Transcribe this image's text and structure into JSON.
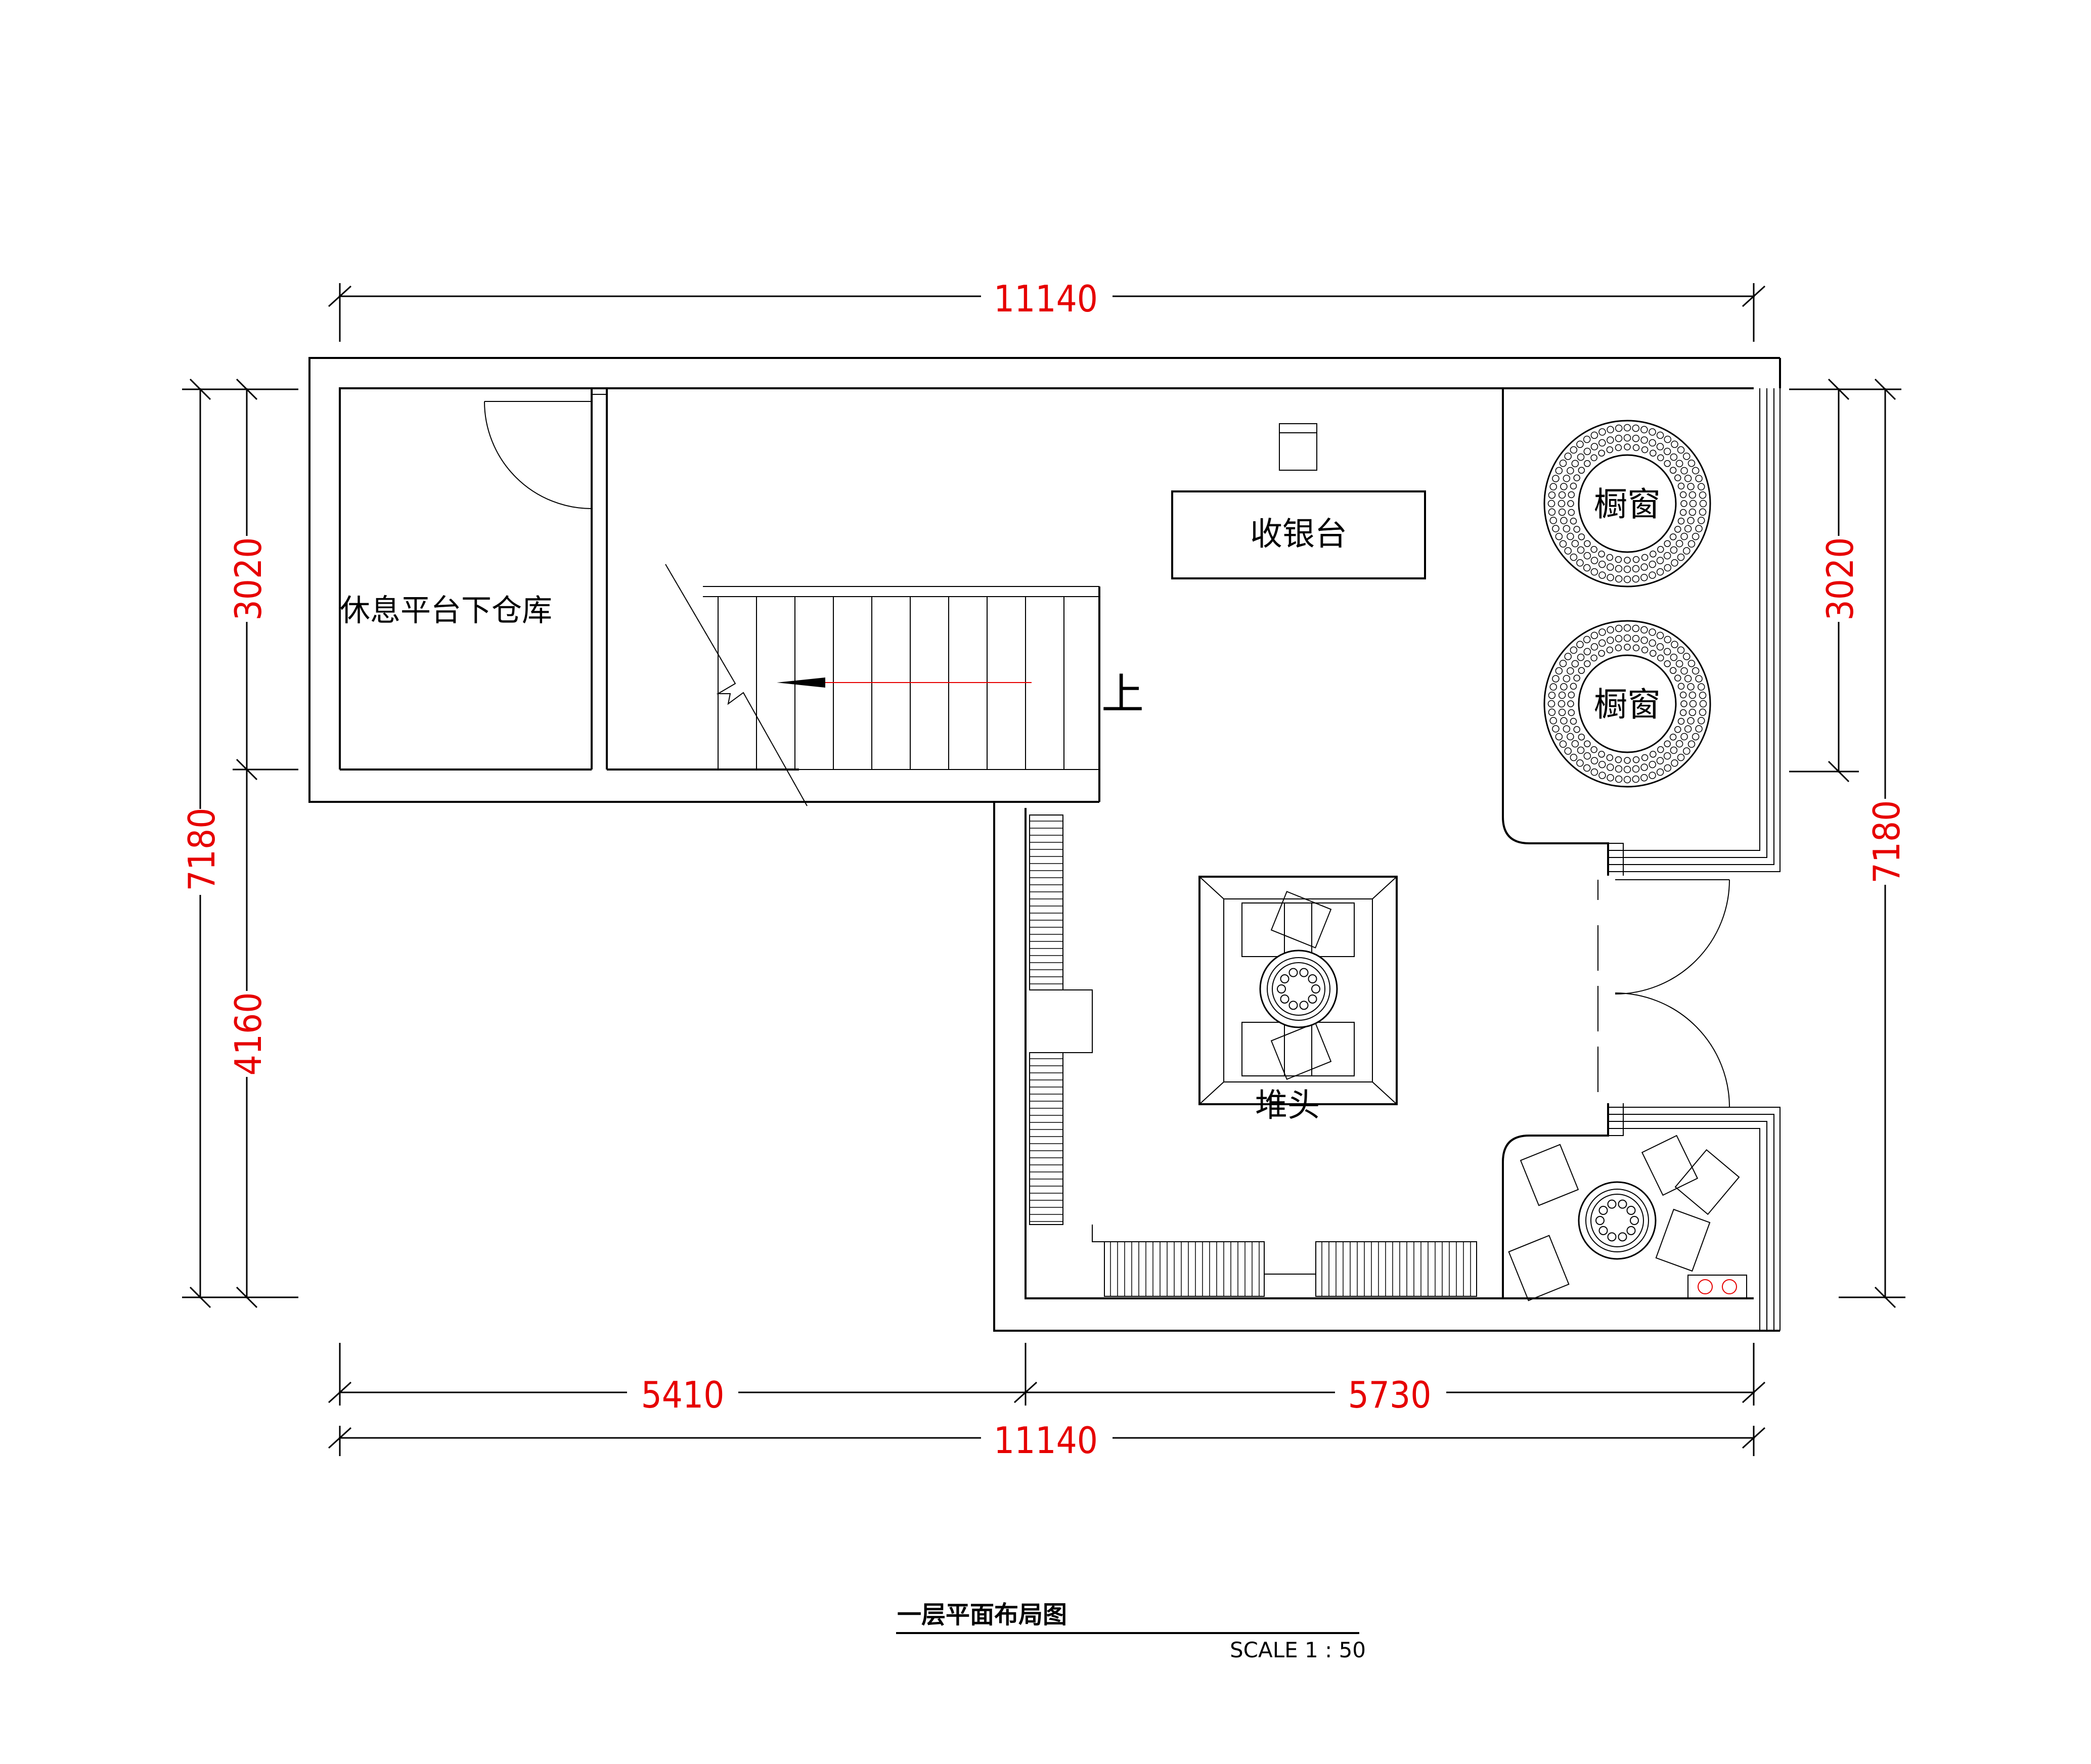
{
  "dimensions": {
    "top_total": "11140",
    "bottom_left": "5410",
    "bottom_right": "5730",
    "bottom_total": "11140",
    "left_upper": "3020",
    "left_lower": "4160",
    "left_total": "7180",
    "right_upper": "3020",
    "right_total": "7180"
  },
  "rooms": {
    "storage": "休息平台下仓库",
    "cashier": "收银台",
    "window_display_1": "橱窗",
    "window_display_2": "橱窗",
    "stack_display": "堆头",
    "stair_up": "上"
  },
  "title": {
    "name": "一层平面布局图",
    "scale": "SCALE 1 : 50"
  },
  "colors": {
    "dimension": "#e60000",
    "line": "#000000",
    "background": "#ffffff"
  }
}
